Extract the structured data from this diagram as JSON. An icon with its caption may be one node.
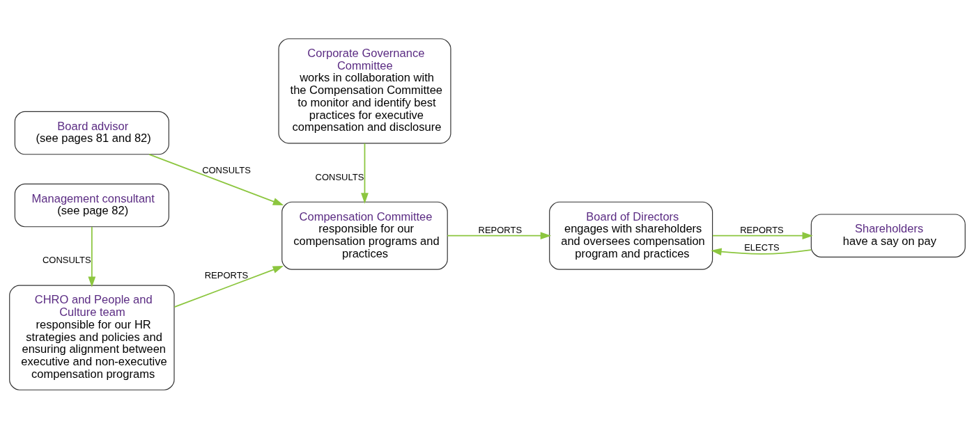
{
  "diagram": {
    "nodes": [
      {
        "text": [
          "Board advisor",
          "(see pages 81 and 82)"
        ]
      },
      {
        "text": [
          "Compensation Committee",
          "responsible for our compensation programs and practices"
        ]
      },
      {
        "text": [
          "Board of Directors",
          "engages with shareholders and oversees compensation program and practices"
        ]
      },
      {
        "text": [
          "Shareholders",
          "have a say on pay"
        ]
      },
      {
        "text": [
          "CHRO and People and Culture team",
          "responsible for our HR strategies and policies and ensuring alignment between executive and non-executive compensation programs"
        ]
      },
      {
        "text": [
          "Corporate Governance Committee",
          "works in collaboration with the Compensation Committee to monitor and identify best practices for executive compensation and disclosure"
        ]
      },
      {
        "text": [
          "Management consultant",
          "(see page 82)"
        ]
      }
    ],
    "edges": [
      {
        "from": 0,
        "to": 1,
        "arrow": "to",
        "label": "CONSULTS"
      },
      {
        "from": 4,
        "to": 1,
        "arrow": "to",
        "label": "REPORTS"
      },
      {
        "from": 1,
        "to": 2,
        "arrow": "to",
        "label": "REPORTS"
      },
      {
        "from": 2,
        "to": 3,
        "arrow": "to",
        "label": "REPORTS"
      },
      {
        "from": 3,
        "to": 2,
        "arrow": "to",
        "label": "ELECTS"
      },
      {
        "from": 5,
        "to": 1,
        "arrow": "to",
        "label": "CONSULTS"
      },
      {
        "from": 6,
        "to": 4,
        "arrow": "to",
        "label": "CONSULTS"
      }
    ]
  }
}
